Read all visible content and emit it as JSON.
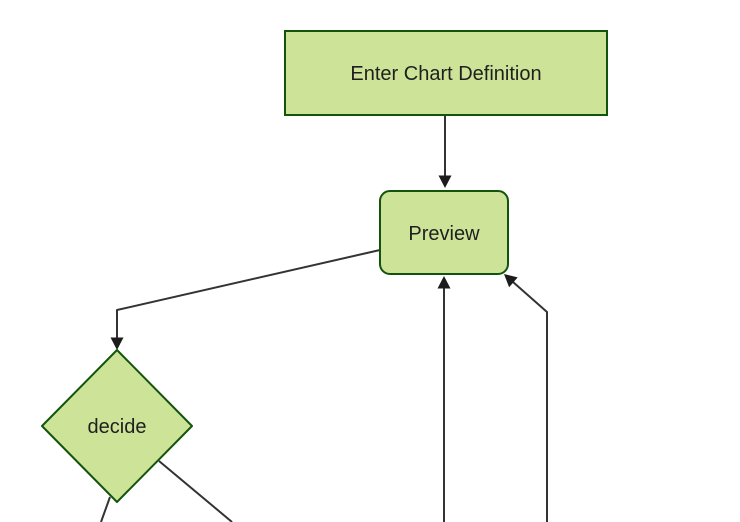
{
  "diagram": {
    "type": "flowchart",
    "direction": "top-down",
    "nodes": [
      {
        "id": "enter-chart-definition",
        "label": "Enter Chart Definition",
        "shape": "rectangle"
      },
      {
        "id": "preview",
        "label": "Preview",
        "shape": "rounded-rectangle"
      },
      {
        "id": "decide",
        "label": "decide",
        "shape": "diamond"
      }
    ],
    "edges": [
      {
        "from": "enter-chart-definition",
        "to": "preview",
        "arrow": true
      },
      {
        "from": "preview",
        "to": "decide",
        "arrow": true
      },
      {
        "from": "offscreen-bottom",
        "to": "preview",
        "arrow": true
      },
      {
        "from": "offscreen-bottom-right",
        "to": "preview",
        "arrow": true
      },
      {
        "from": "decide",
        "to": "offscreen-bottom-left",
        "arrow": false
      },
      {
        "from": "decide",
        "to": "offscreen-bottom-right",
        "arrow": false
      }
    ]
  },
  "colors": {
    "background": "#ffffff",
    "node_fill": "#cde498",
    "node_border": "#13540c",
    "edge_stroke": "#333333",
    "arrowhead_fill": "#1c1c1c",
    "label_text": "#1f1f1f"
  }
}
